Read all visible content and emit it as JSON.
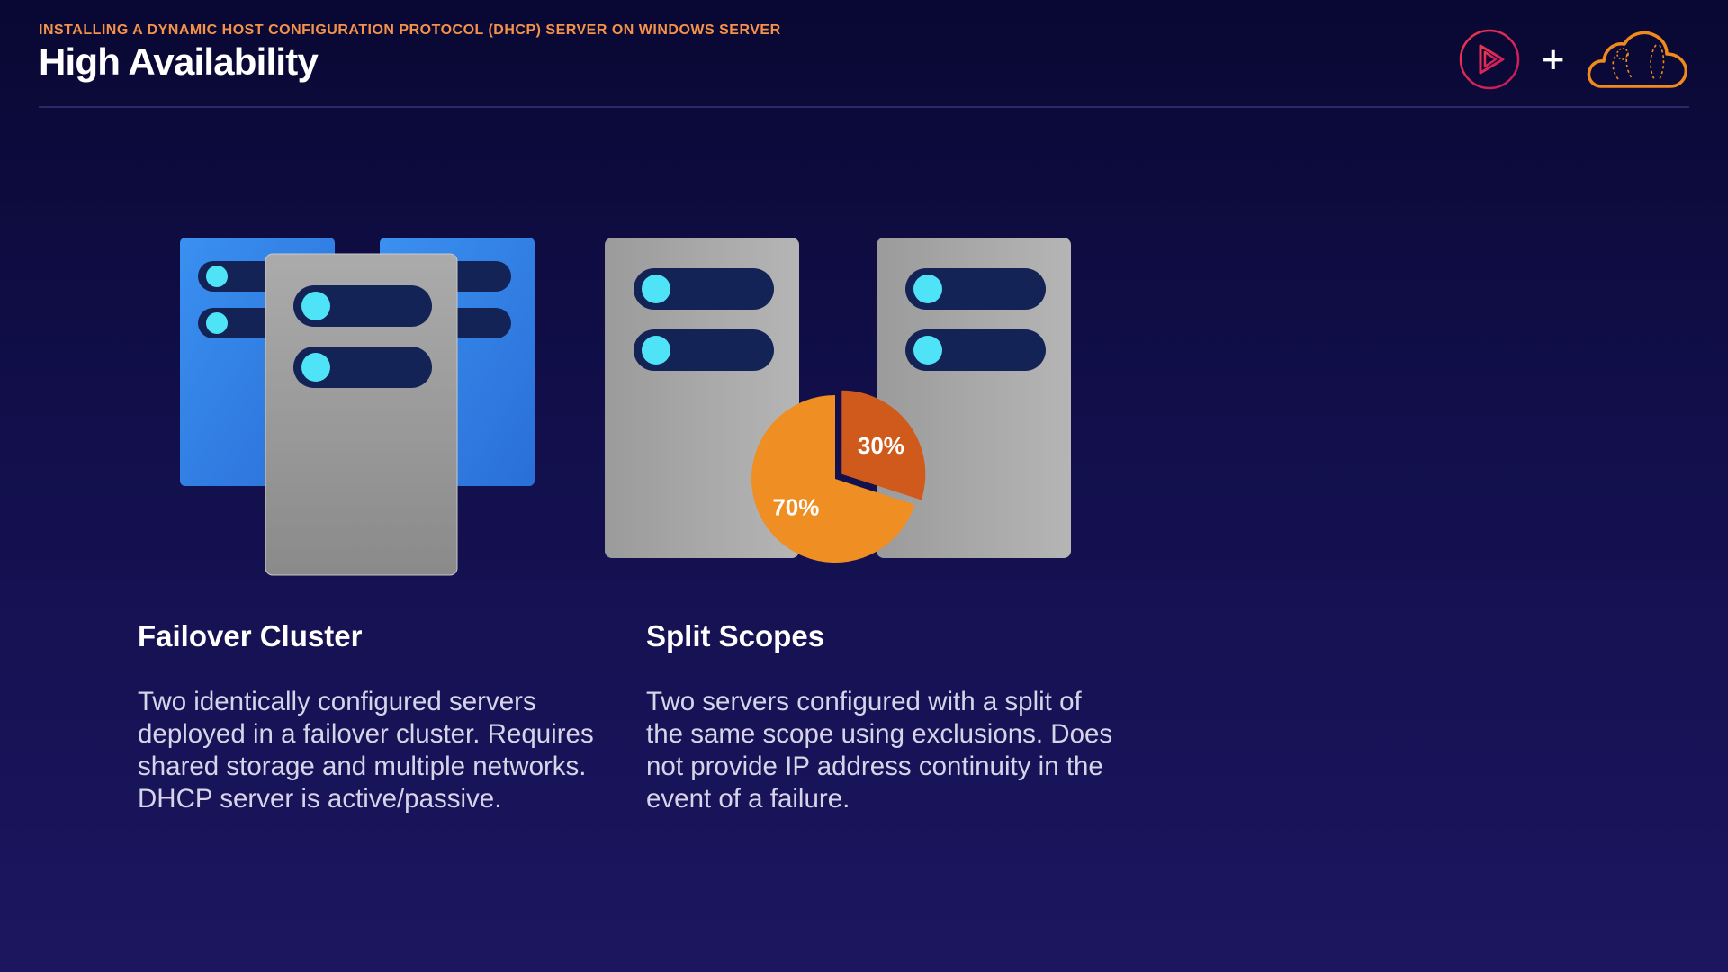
{
  "header": {
    "kicker": "INSTALLING A DYNAMIC HOST CONFIGURATION PROTOCOL (DHCP) SERVER ON WINDOWS SERVER",
    "title": "High Availability"
  },
  "brand": {
    "plus": "+",
    "logo_icon": "play-logo-icon",
    "cloud_icon": "cloud-icon"
  },
  "sections": [
    {
      "title": "Failover Cluster",
      "text": "Two identically configured servers deployed in a failover cluster. Requires shared storage and multiple networks. DHCP server is active/passive."
    },
    {
      "title": "Split Scopes",
      "text": "Two servers configured with a split of the same scope using exclusions. Does not provide IP address continuity in the event of a failure."
    }
  ],
  "chart_data": {
    "type": "pie",
    "categories": [
      "70%",
      "30%"
    ],
    "values": [
      70,
      30
    ]
  },
  "colors": {
    "accent": "#f5924a",
    "server_blue": "#2f7ee6",
    "server_gray": "#a3a3a3",
    "slot": "#142355",
    "led": "#4fe3f7",
    "pie_major": "#ee8e23",
    "pie_minor": "#d05a1b",
    "logo_red": "#e0234d",
    "cloud_orange": "#f08a1c"
  }
}
